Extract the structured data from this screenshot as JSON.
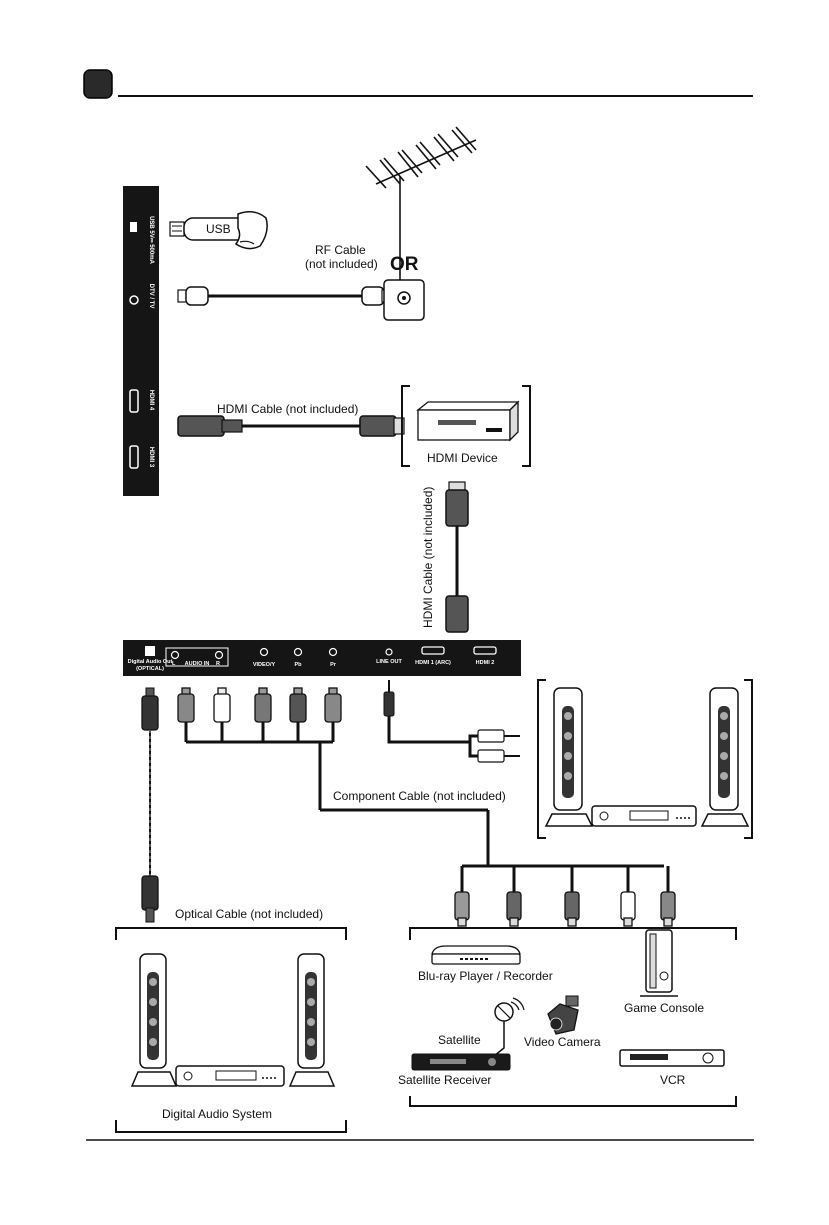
{
  "labels": {
    "usb_plug": "USB",
    "rf_cable": "RF Cable",
    "rf_not_included": "(not included)",
    "or": "OR",
    "hdmi_cable_1": "HDMI Cable (not included)",
    "hdmi_device": "HDMI Device",
    "hdmi_cable_2": "HDMI Cable (not included)",
    "component_cable": "Component Cable (not included)",
    "optical_cable": "Optical Cable (not included)",
    "digital_audio_system": "Digital Audio System",
    "bluray": "Blu-ray Player / Recorder",
    "game_console": "Game Console",
    "satellite": "Satellite",
    "video_camera": "Video Camera",
    "satellite_receiver": "Satellite Receiver",
    "vcr": "VCR"
  },
  "side_panel": {
    "usb_port": "USB 5V⎓ 500mA",
    "dtv_port": "DTV / TV",
    "hdmi4_port": "HDMI 4",
    "hdmi3_port": "HDMI 3"
  },
  "bottom_panel": {
    "digital_audio_out": "Digital Audio Out",
    "optical": "(OPTICAL)",
    "audio_in": "AUDIO IN",
    "left": "L",
    "right": "R",
    "video_y": "VIDEO/Y",
    "pb": "Pb",
    "pr": "Pr",
    "line_out": "LINE OUT",
    "hdmi1": "HDMI 1 (ARC)",
    "hdmi2": "HDMI 2"
  },
  "colors": {
    "panel": "#151515",
    "cable": "#111111",
    "plug_dark": "#555555",
    "plug_light": "#dddddd"
  }
}
